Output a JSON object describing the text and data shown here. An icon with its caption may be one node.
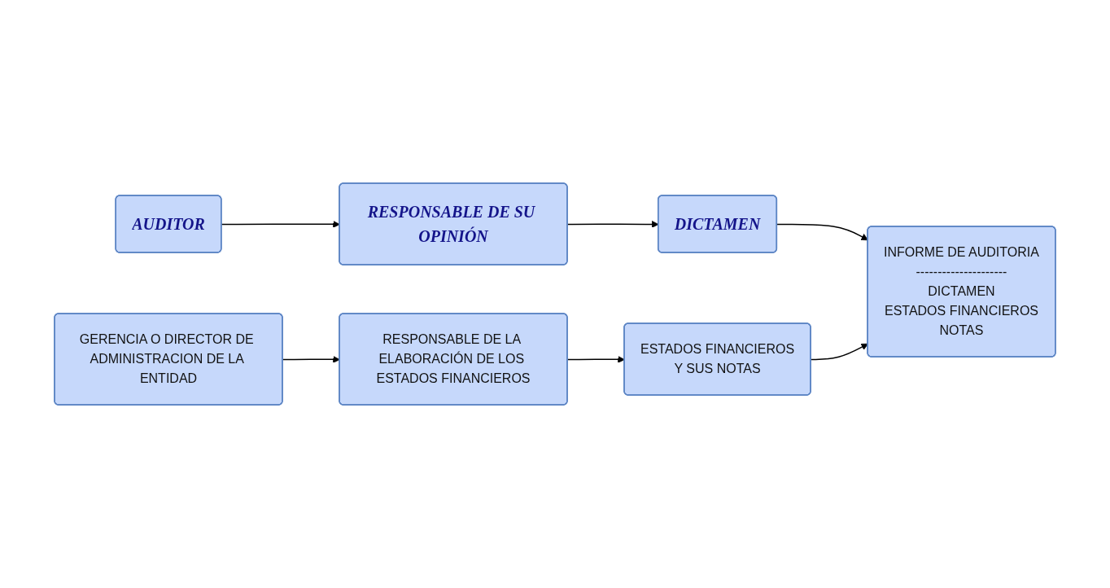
{
  "diagram": {
    "nodes": [
      {
        "text": [
          "AUDITOR"
        ]
      },
      {
        "text": [
          "RESPONSABLE DE SU OPINIÓN"
        ]
      },
      {
        "text": [
          "DICTAMEN"
        ]
      },
      {
        "text": [
          "GERENCIA O DIRECTOR DE ADMINISTRACION DE LA ENTIDAD"
        ]
      },
      {
        "text": [
          "RESPONSABLE DE LA ELABORACIÓN DE LOS ESTADOS FINANCIEROS"
        ]
      },
      {
        "text": [
          "ESTADOS FINANCIEROS",
          "Y SUS NOTAS"
        ]
      },
      {
        "text": [
          "INFORME DE AUDITORIA",
          "---------------------",
          "DICTAMEN",
          "ESTADOS FINANCIEROS",
          "NOTAS"
        ]
      }
    ],
    "edges": [
      {
        "from": 0,
        "to": 1,
        "arrow": "to"
      },
      {
        "from": 1,
        "to": 2,
        "arrow": "to"
      },
      {
        "from": 2,
        "to": 6,
        "arrow": "to"
      },
      {
        "from": 3,
        "to": 4,
        "arrow": "to"
      },
      {
        "from": 4,
        "to": 5,
        "arrow": "to"
      },
      {
        "from": 5,
        "to": 6,
        "arrow": "to"
      }
    ]
  }
}
